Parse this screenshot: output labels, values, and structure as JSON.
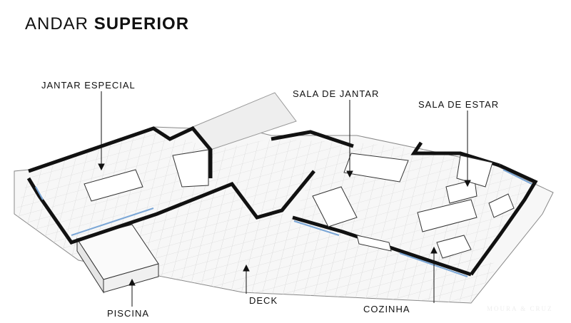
{
  "title": {
    "prefix": "ANDAR",
    "bold": "SUPERIOR"
  },
  "labels": {
    "jantar_especial": "JANTAR ESPECIAL",
    "sala_de_jantar": "SALA DE JANTAR",
    "sala_de_estar": "SALA DE ESTAR",
    "piscina": "PISCINA",
    "deck": "DECK",
    "cozinha": "COZINHA"
  },
  "watermark": "MOURA & CRUZ",
  "colors": {
    "wall": "#111111",
    "floor": "#f2f2f2",
    "grid": "#d8d8d8",
    "glass": "#7aa6d6"
  }
}
